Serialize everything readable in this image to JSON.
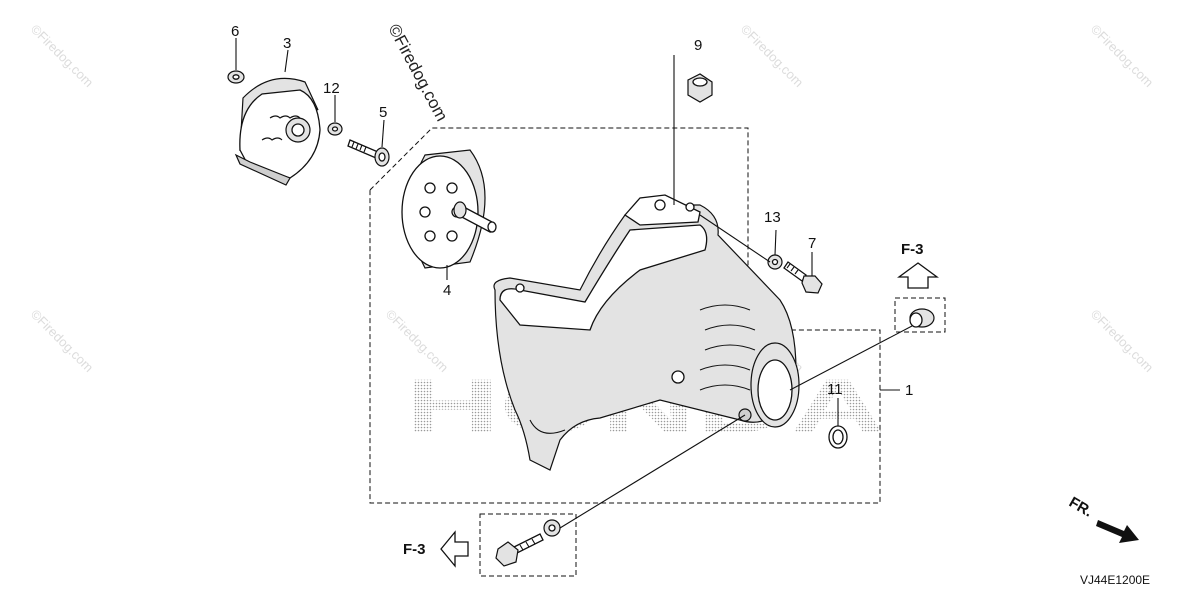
{
  "watermark": {
    "text": "©Firedog.com",
    "color": "#dcdcdc"
  },
  "callouts": [
    {
      "id": "c1",
      "text": "1"
    },
    {
      "id": "c3",
      "text": "3"
    },
    {
      "id": "c4",
      "text": "4"
    },
    {
      "id": "c5",
      "text": "5"
    },
    {
      "id": "c6",
      "text": "6"
    },
    {
      "id": "c7",
      "text": "7"
    },
    {
      "id": "c9",
      "text": "9"
    },
    {
      "id": "c11",
      "text": "11"
    },
    {
      "id": "c12",
      "text": "12"
    },
    {
      "id": "c13",
      "text": "13"
    }
  ],
  "refs": {
    "f3_top": "F-3",
    "f3_bottom": "F-3",
    "front": "FR."
  },
  "diagram_code": "VJ44E1200E",
  "brand_text": "HONDA"
}
